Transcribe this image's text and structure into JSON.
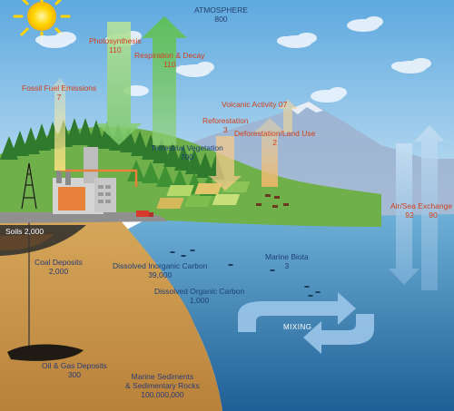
{
  "atmosphere": {
    "label": "ATMOSPHERE",
    "value": "800"
  },
  "fluxes": {
    "photosynthesis": {
      "label": "Photosynthesis",
      "value": "110"
    },
    "respiration": {
      "label": "Respiration & Decay",
      "value": "110"
    },
    "fossil_fuel": {
      "label": "Fossil Fuel Emissions",
      "value": "7"
    },
    "volcanic": {
      "label": "Volcanic Activity",
      "value": "07"
    },
    "reforestation": {
      "label": "Reforestation",
      "value": "3"
    },
    "deforestation": {
      "label": "Deforestation/Land Use",
      "value": "2"
    },
    "air_sea": {
      "label": "Air/Sea Exchange",
      "value_in": "92",
      "value_out": "90"
    }
  },
  "reservoirs": {
    "terrestrial_vegetation": {
      "label": "Terrestrial Vegetation",
      "value": "700"
    },
    "soils": {
      "label": "Soils",
      "value": "2,000"
    },
    "coal_deposits": {
      "label": "Coal Deposits",
      "value": "2,000"
    },
    "oil_gas": {
      "label": "Oil & Gas Deposits",
      "value": "300"
    },
    "dissolved_inorganic": {
      "label": "Dissolved Inorganic Carbon",
      "value": "39,000"
    },
    "dissolved_organic": {
      "label": "Dissolved Organic Carbon",
      "value": "1,000"
    },
    "marine_biota": {
      "label": "Marine Biota",
      "value": "3"
    },
    "marine_sediments": {
      "label_line1": "Marine Sediments",
      "label_line2": "& Sedimentary Rocks",
      "value": "100,000,000"
    }
  },
  "ocean": {
    "mixing_label": "MIXING"
  },
  "colors": {
    "sky": "#8fc6ea",
    "ocean": "#3f8fc2",
    "earth": "#cf9d4f",
    "flux_label": "#d2401c",
    "reservoir_label": "#1d3f77"
  }
}
